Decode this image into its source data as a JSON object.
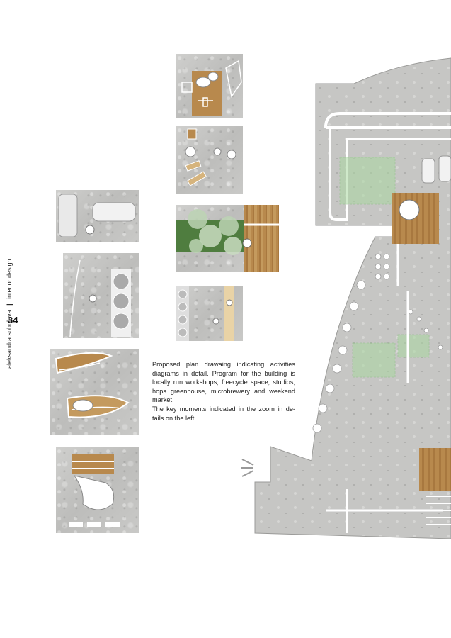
{
  "sidebar": {
    "author": "aleksandra soboleva",
    "section": "interior design",
    "page_number": "34"
  },
  "description": {
    "paragraph1": "Proposed plan drawaing indicating activities diagrams in detail. Program for the building is locally run workshops, freecycle space, studios, hops greenhouse, microbrewery and weekend market.",
    "paragraph2": "The key moments indicated in the zoom in de- tails on the left."
  },
  "colors": {
    "concrete": "#c6c6c4",
    "wood": "#b8894d",
    "greenery": "#4f7d3f",
    "highlight_green": "#a9d8a0"
  }
}
